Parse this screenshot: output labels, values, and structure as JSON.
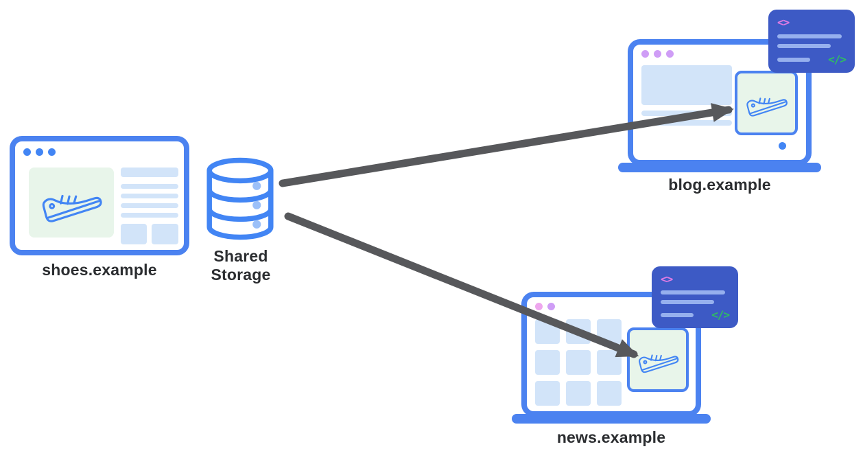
{
  "labels": {
    "shoes_site": "shoes.example",
    "shared_storage": "Shared Storage",
    "blog_site": "blog.example",
    "news_site": "news.example"
  },
  "code_card": {
    "open_tag": "<>",
    "close_tag": "</>"
  },
  "icons": {
    "database": "shared-storage-database",
    "sneaker": "sneaker-shoe-ad",
    "code_snippet": "code-snippet-card"
  },
  "colors": {
    "frame_blue": "#4b82f0",
    "accent_blue": "#4285F4",
    "light_blue_fill": "#d2e4f9",
    "light_green_fill": "#e8f5ea",
    "storage_dot_blue": "#9cc0f8",
    "purple_dot": "#cf9df6",
    "pink_dot": "#eea7ee",
    "code_card_bg": "#3d5ac5",
    "code_open_color": "#e07ce4",
    "code_close_color": "#2fbd62",
    "arrow_gray": "#57585b"
  }
}
